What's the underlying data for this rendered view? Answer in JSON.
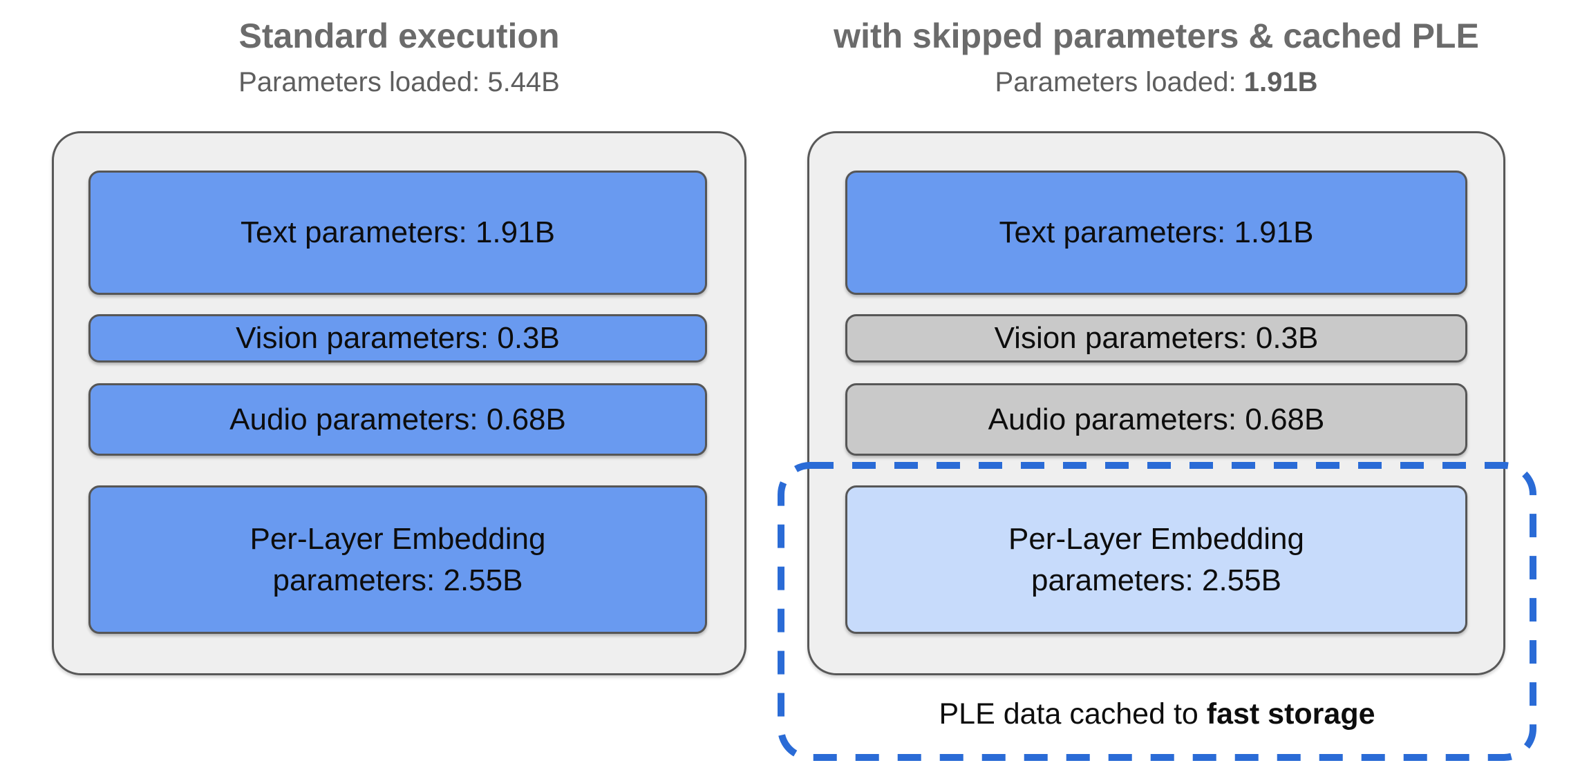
{
  "left_panel": {
    "title": "Standard execution",
    "subtitle_prefix": "Parameters loaded: ",
    "subtitle_value": "5.44B",
    "boxes": {
      "text": "Text parameters: 1.91B",
      "vision": "Vision parameters: 0.3B",
      "audio": "Audio parameters: 0.68B",
      "ple": "Per-Layer Embedding\nparameters: 2.55B"
    }
  },
  "right_panel": {
    "title": "with skipped parameters & cached PLE",
    "subtitle_prefix": "Parameters loaded: ",
    "subtitle_value": "1.91B",
    "boxes": {
      "text": "Text parameters: 1.91B",
      "vision": "Vision parameters: 0.3B",
      "audio": "Audio parameters: 0.68B",
      "ple": "Per-Layer Embedding\nparameters: 2.55B"
    }
  },
  "caption": {
    "prefix": "PLE data cached to ",
    "bold": "fast storage"
  },
  "colors": {
    "loaded_blue": "#699af0",
    "skipped_gray": "#c9c9c9",
    "cached_light_blue": "#c7dbfb",
    "dash_blue": "#2a6bd6",
    "container_gray": "#efefef",
    "heading_gray": "#6b6b6b"
  }
}
